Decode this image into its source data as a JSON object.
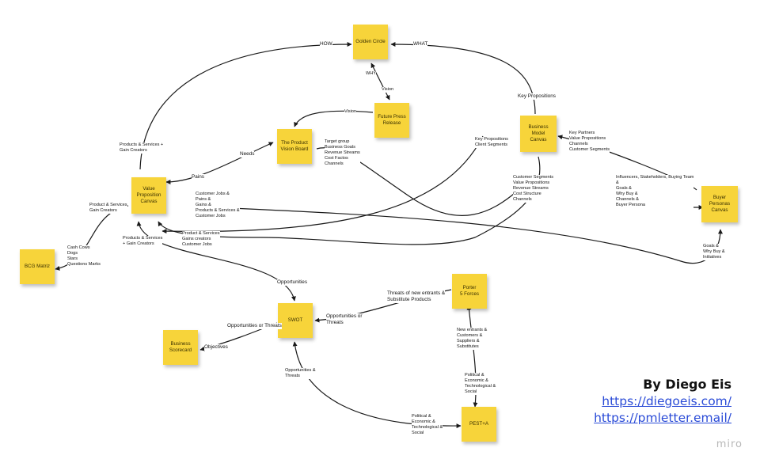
{
  "board": {
    "notes": {
      "golden_circle": "Golden Circle",
      "future_press_release": "Future Press\nRelease",
      "product_vision_board": "The Product\nVision Board",
      "business_model_canvas": "Business\nModel\nCanvas",
      "value_proposition_canvas": "Value\nProposition\nCanvas",
      "buyer_personas_canvas": "Buyer\nPersonas\nCanvas",
      "bcg_matriz": "BCG Matriz",
      "swot": "SWOT",
      "porter": "Porter\n5 Forces",
      "business_scorecard": "Business\nScorecard",
      "pest_a": "PEST+A"
    },
    "labels": {
      "how": "HOW",
      "what": "WHAT",
      "why": "WHY",
      "vision_1": "Vision",
      "vision_2": "Vision",
      "key_propositions": "Key Propositions",
      "needs": "Needs",
      "pains": "Pains",
      "products_gain_top": "Products & Services +\nGain Creators",
      "products_gain_bottom": "Products & Services\n+ Gain Creators",
      "target_group": "Target group\nBusiness Goals\nRevenue Streams\nCost Factos\nChannels",
      "key_prop_client": "Key Propositions\nClient Segments",
      "key_partners": "Key Partners\nValue Propositions\nChannels\nCustomer Segments",
      "customer_segments": "Customer Segments\nValue Propositions\nRevenue Streams\nCost Structure\nChannels",
      "influencers": "Influencers, Stakeholders, Buying Team\n&\nGoals &\nWhy Buy &\nChannels &\nBuyer Persona",
      "customer_jobs": "Customer Jobs &\nPains &\nGains &\nProducts & Services &\nCustomer Jobs",
      "products_gains_jobs": "Product & Services\nGains creators\nCustomer Jobs",
      "products_gain_creators_left": "Product & Services\nGain Creators",
      "cash_cows": "Cash Cows\nDogs\nStars\nQuestions Marks",
      "goals_why": "Goals &\nWhy Buy &\nInitiatives",
      "opportunities": "Opportunities",
      "threats_new": "Threats of new entrants &\nSubstitute Products",
      "opp_or_threats_right": "Opportunities or\nThreats",
      "opp_or_threats_left": "Opportunities or Threats",
      "objectives": "Objectives",
      "opp_threats_bottom": "Opportunities &\nThreats",
      "new_entrants": "New entrants &\nCustomers &\nSuppliers &\nSubstitutes",
      "political_upper": "Political &\nEconomic &\nTechnological &\nSocial",
      "political_lower": "Political &\nEconomic &\nTechnological &\nSocial"
    }
  },
  "credits": {
    "author": "By Diego Eis",
    "link1": "https://diegoeis.com/",
    "link2": "https://pmletter.email/"
  },
  "watermark": "miro"
}
